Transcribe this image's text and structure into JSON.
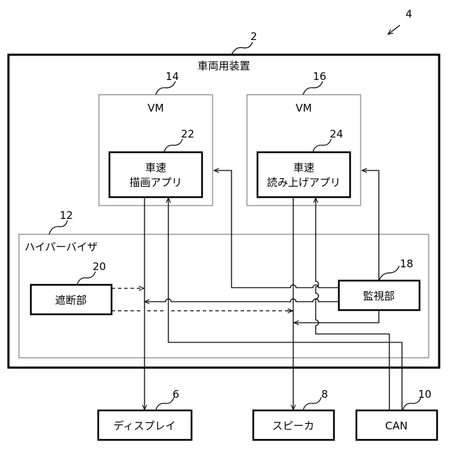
{
  "figure_ref": "4",
  "device": {
    "ref": "2",
    "label": "車両用装置"
  },
  "vm_left": {
    "ref": "14",
    "label": "VM"
  },
  "vm_right": {
    "ref": "16",
    "label": "VM"
  },
  "app_draw": {
    "ref": "22",
    "line1": "車速",
    "line2": "描画アプリ"
  },
  "app_read": {
    "ref": "24",
    "line1": "車速",
    "line2": "読み上げアプリ"
  },
  "hypervisor": {
    "ref": "12",
    "label": "ハイパーバイザ"
  },
  "blocker": {
    "ref": "20",
    "label": "遮断部"
  },
  "monitor": {
    "ref": "18",
    "label": "監視部"
  },
  "display": {
    "ref": "6",
    "label": "ディスプレイ"
  },
  "speaker": {
    "ref": "8",
    "label": "スピーカ"
  },
  "can": {
    "ref": "10",
    "label": "CAN"
  },
  "colors": {
    "stroke": "#000000",
    "box_gray": "#808080",
    "background": "#ffffff"
  }
}
